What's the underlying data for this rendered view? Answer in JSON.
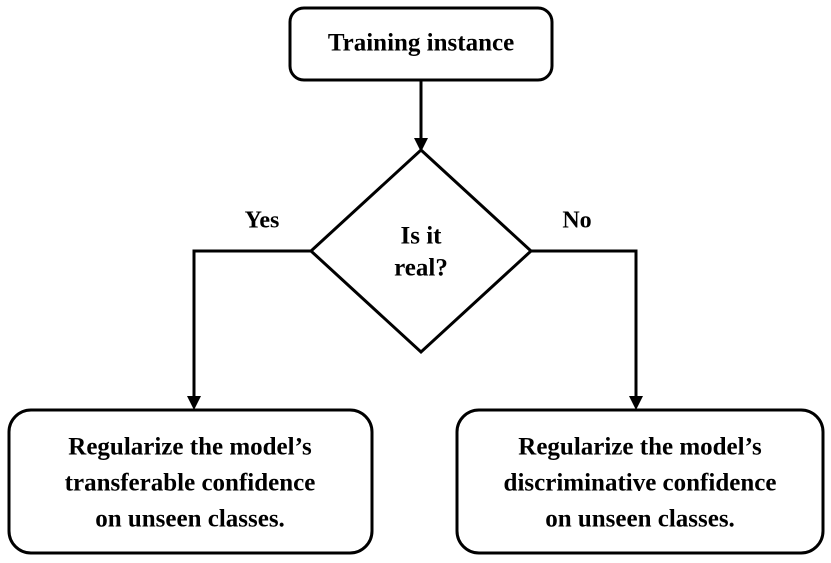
{
  "nodes": {
    "start": {
      "label": "Training instance"
    },
    "decision": {
      "lines": [
        "Is it",
        "real?"
      ]
    },
    "left_outcome": {
      "lines": [
        "Regularize the model’s",
        "transferable confidence",
        "on unseen classes."
      ]
    },
    "right_outcome": {
      "lines": [
        "Regularize the model’s",
        "discriminative confidence",
        "on unseen classes."
      ]
    }
  },
  "edges": {
    "yes_label": "Yes",
    "no_label": "No"
  },
  "colors": {
    "stroke": "#000000",
    "fill": "#ffffff",
    "text": "#000000"
  }
}
